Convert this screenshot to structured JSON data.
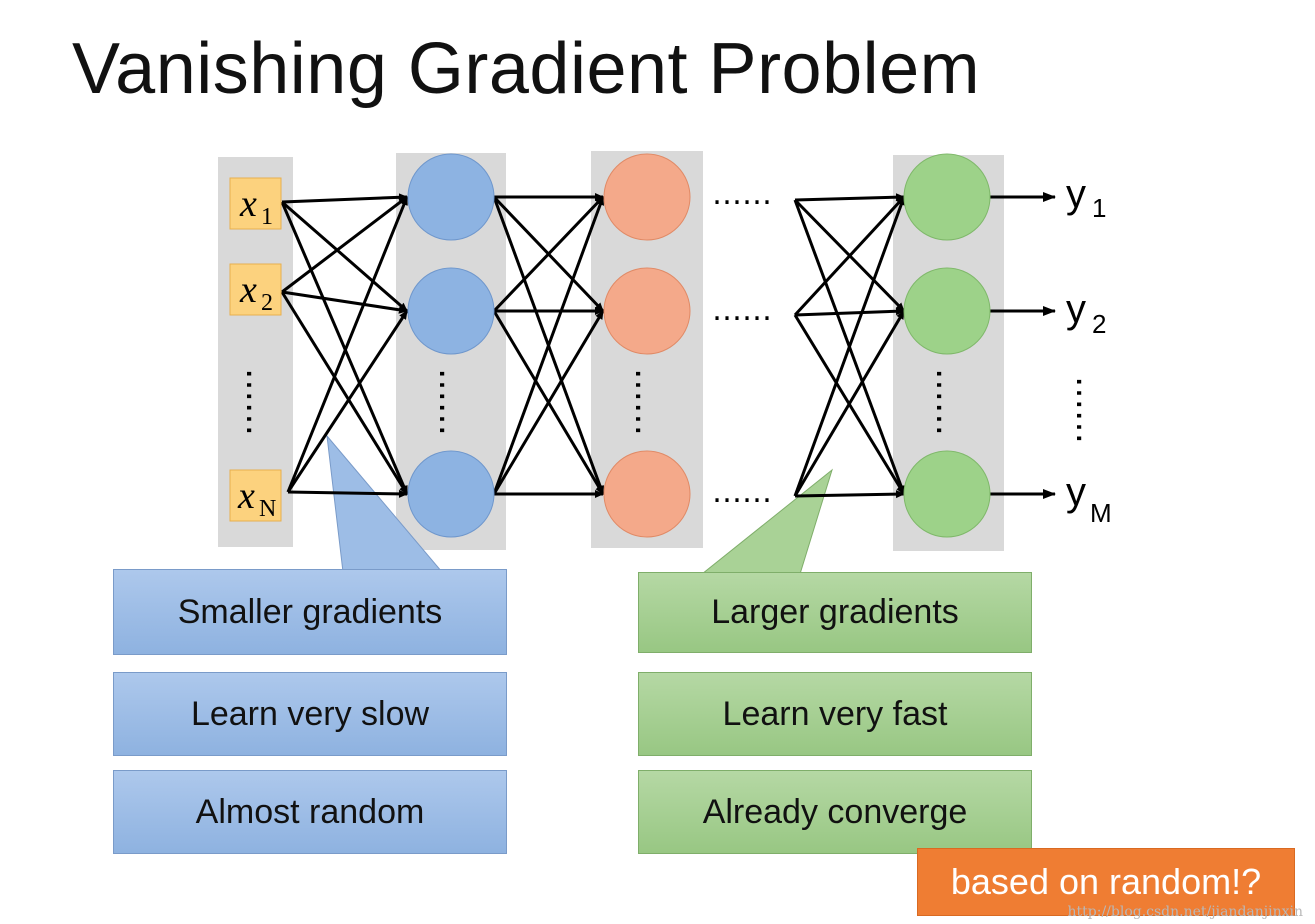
{
  "title": "Vanishing Gradient Problem",
  "inputs": [
    {
      "var": "x",
      "sub": "1"
    },
    {
      "var": "x",
      "sub": "2"
    },
    {
      "var": "x",
      "sub": "N"
    }
  ],
  "outputs": [
    {
      "var": "y",
      "sub": "1"
    },
    {
      "var": "y",
      "sub": "2"
    },
    {
      "var": "y",
      "sub": "M"
    }
  ],
  "ellipsis": "……",
  "vertical_ellipsis": "……",
  "left_notes": [
    "Smaller gradients",
    "Learn very slow",
    "Almost random"
  ],
  "right_notes": [
    "Larger gradients",
    "Learn very fast",
    "Already converge"
  ],
  "callout": "based on random!?",
  "watermark": "http://blog.csdn.net/jiandanjinxin",
  "colors": {
    "layer_bg": "#d9d9d9",
    "input_box": "#fcd27e",
    "blue_node": "#8db3e2",
    "orange_node": "#f4a98a",
    "green_node": "#9dd289",
    "callout": "#ef7d33"
  }
}
